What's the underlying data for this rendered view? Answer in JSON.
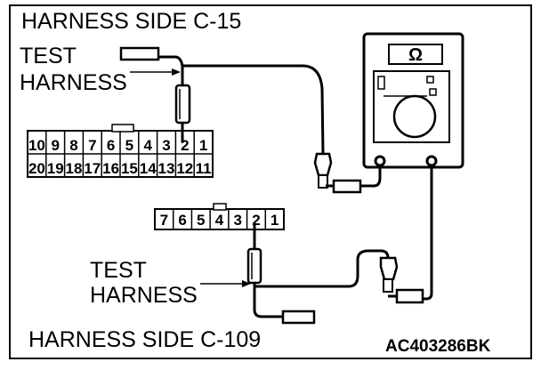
{
  "labels": {
    "harness_side_top": "HARNESS SIDE C-15",
    "test_harness_top_line1": "TEST",
    "test_harness_top_line2": "HARNESS",
    "test_harness_bottom_line1": "TEST",
    "test_harness_bottom_line2": "HARNESS",
    "harness_side_bottom": "HARNESS SIDE C-109",
    "figure_code": "AC403286BK"
  },
  "meter": {
    "symbol": "Ω"
  },
  "connector_c15": {
    "top_row": [
      "10",
      "9",
      "8",
      "7",
      "6",
      "5",
      "4",
      "3",
      "2",
      "1"
    ],
    "bottom_row": [
      "20",
      "19",
      "18",
      "17",
      "16",
      "15",
      "14",
      "13",
      "12",
      "11"
    ]
  },
  "connector_c109": {
    "pins": [
      "7",
      "6",
      "5",
      "4",
      "3",
      "2",
      "1"
    ]
  }
}
